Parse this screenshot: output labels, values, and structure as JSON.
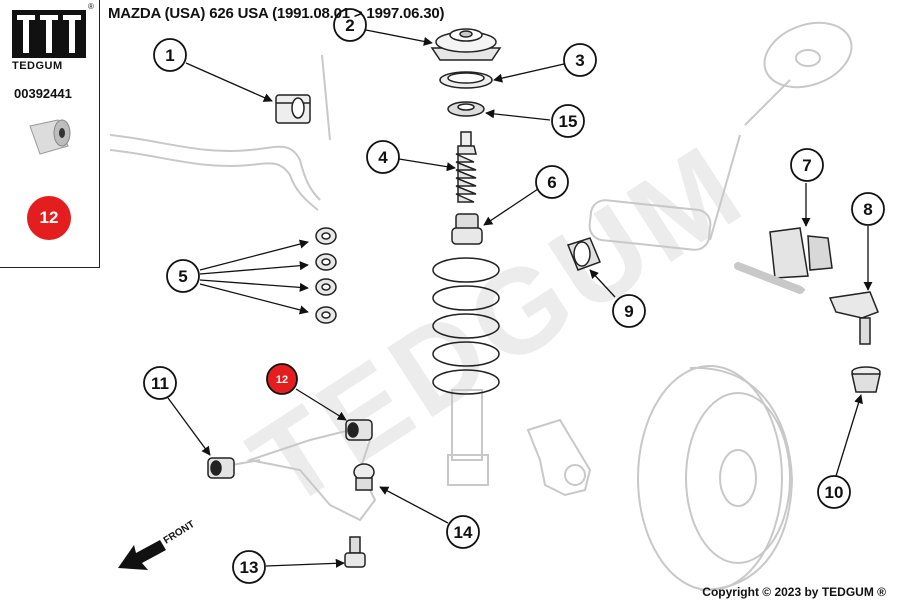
{
  "header": {
    "title": "MAZDA (USA) 626 USA  (1991.08.01 > 1997.06.30)"
  },
  "sidebar": {
    "brand": "TEDGUM",
    "registered_mark": "®",
    "part_number": "00392441",
    "highlight_badge": "12"
  },
  "watermark": "TEDGUM",
  "direction_label": "FRONT",
  "callouts": [
    {
      "label": "1",
      "highlighted": false
    },
    {
      "label": "2",
      "highlighted": false
    },
    {
      "label": "3",
      "highlighted": false
    },
    {
      "label": "4",
      "highlighted": false
    },
    {
      "label": "5",
      "highlighted": false
    },
    {
      "label": "6",
      "highlighted": false
    },
    {
      "label": "7",
      "highlighted": false
    },
    {
      "label": "8",
      "highlighted": false
    },
    {
      "label": "9",
      "highlighted": false
    },
    {
      "label": "10",
      "highlighted": false
    },
    {
      "label": "11",
      "highlighted": false
    },
    {
      "label": "12",
      "highlighted": true
    },
    {
      "label": "13",
      "highlighted": false
    },
    {
      "label": "14",
      "highlighted": false
    },
    {
      "label": "15",
      "highlighted": false
    }
  ],
  "colors": {
    "highlight": "#e41e1e",
    "line": "#111111",
    "ghost": "#cfcfcf",
    "watermark": "#ededed"
  },
  "footer": {
    "copyright": "Copyright © 2023 by TEDGUM ®"
  }
}
